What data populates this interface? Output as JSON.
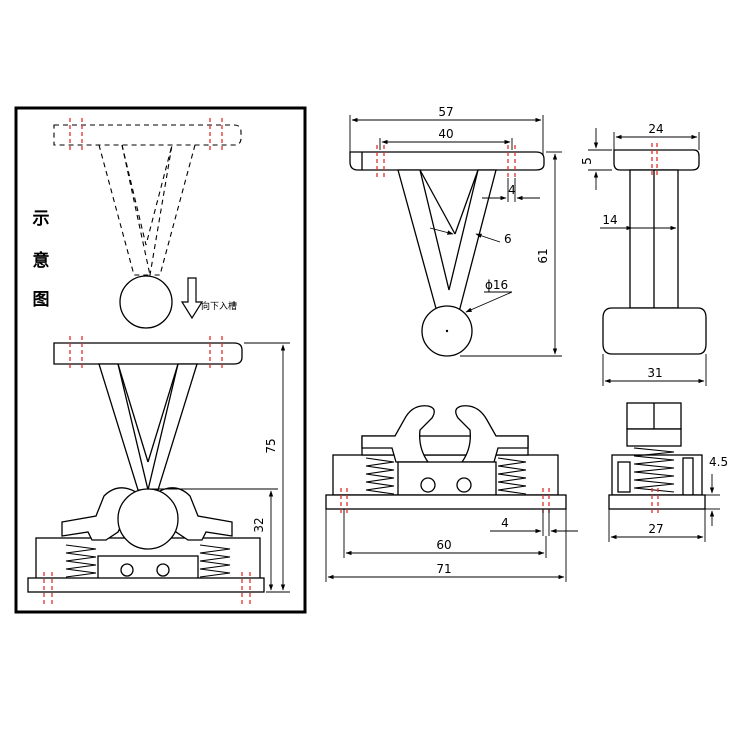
{
  "schematic": {
    "title_chars": [
      "示",
      "意",
      "图"
    ],
    "direction_note": "向下入槽"
  },
  "front_view": {
    "top_width": "57",
    "inner_width": "40",
    "offset": "4",
    "arm_thickness": "6",
    "ball_diameter": "ϕ16",
    "height": "61"
  },
  "side_view": {
    "top_width": "24",
    "top_thickness": "5",
    "stem_width": "14",
    "base_width": "31"
  },
  "clamp_front": {
    "offset": "4",
    "inner_width": "60",
    "total_width": "71"
  },
  "clamp_side": {
    "height": "4.5",
    "width": "27"
  },
  "assembly": {
    "total_height": "75",
    "clamp_height": "32"
  }
}
